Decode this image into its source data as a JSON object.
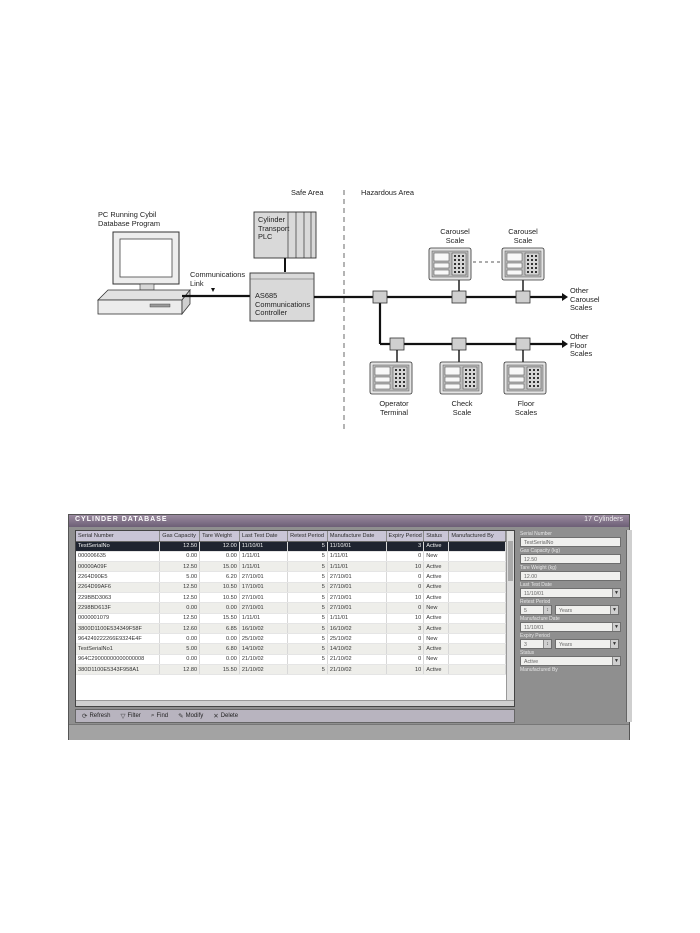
{
  "diagram": {
    "pc_label": [
      "PC Running Cybil",
      "Database Program"
    ],
    "link_label": [
      "Communications",
      "Link"
    ],
    "safe_area": "Safe Area",
    "hazardous_area": "Hazardous Area",
    "plc_label": [
      "Cylinder",
      "Transport",
      "PLC"
    ],
    "controller_label": [
      "AS685",
      "Communications",
      "Controller"
    ],
    "carousel_scale_1": [
      "Carousel",
      "Scale"
    ],
    "carousel_scale_2": [
      "Carousel",
      "Scale"
    ],
    "other_carousel": [
      "Other",
      "Carousel",
      "Scales"
    ],
    "other_floor": [
      "Other",
      "Floor",
      "Scales"
    ],
    "operator_terminal": [
      "Operator",
      "Terminal"
    ],
    "check_scale": [
      "Check",
      "Scale"
    ],
    "floor_scales": [
      "Floor",
      "Scales"
    ]
  },
  "database": {
    "title": "CYLINDER DATABASE",
    "count": "17 Cylinders",
    "columns": [
      "Serial Number",
      "Gas Capacity",
      "Tare Weight",
      "Last Test Date",
      "Retest Period",
      "Manufacture Date",
      "Expiry Period",
      "Status",
      "Manufactured By"
    ],
    "rows": [
      [
        "TestSerialNo",
        "12.50",
        "12.00",
        "11/10/01",
        "5",
        "11/10/01",
        "3",
        "Active",
        ""
      ],
      [
        "000006635",
        "0.00",
        "0.00",
        "1/11/01",
        "5",
        "1/11/01",
        "0",
        "New",
        ""
      ],
      [
        "00000A09F",
        "12.50",
        "15.00",
        "1/11/01",
        "5",
        "1/11/01",
        "10",
        "Active",
        ""
      ],
      [
        "2264D90E5",
        "5.00",
        "6.20",
        "27/10/01",
        "5",
        "27/10/01",
        "0",
        "Active",
        ""
      ],
      [
        "2264D99AF6",
        "12.50",
        "10.50",
        "17/10/01",
        "5",
        "27/10/01",
        "0",
        "Active",
        ""
      ],
      [
        "229BBD3063",
        "12.50",
        "10.50",
        "27/10/01",
        "5",
        "27/10/01",
        "10",
        "Active",
        ""
      ],
      [
        "2298BD613F",
        "0.00",
        "0.00",
        "27/10/01",
        "5",
        "27/10/01",
        "0",
        "New",
        ""
      ],
      [
        "0000001079",
        "12.50",
        "15.50",
        "1/11/01",
        "5",
        "1/11/01",
        "10",
        "Active",
        ""
      ],
      [
        "3800D1100E534349F58F",
        "12.60",
        "6.85",
        "16/10/02",
        "5",
        "16/10/02",
        "3",
        "Active",
        ""
      ],
      [
        "964249222266E9324E4F",
        "0.00",
        "0.00",
        "25/10/02",
        "5",
        "25/10/02",
        "0",
        "New",
        ""
      ],
      [
        "TestSerialNo1",
        "5.00",
        "6.80",
        "14/10/02",
        "5",
        "14/10/02",
        "3",
        "Active",
        ""
      ],
      [
        "964C29000000000000008",
        "0.00",
        "0.00",
        "21/10/02",
        "5",
        "21/10/02",
        "0",
        "New",
        ""
      ],
      [
        "380D1100E5343F958A1",
        "12.80",
        "15.50",
        "21/10/02",
        "5",
        "21/10/02",
        "10",
        "Active",
        ""
      ]
    ],
    "toolbar": {
      "refresh": "Refresh",
      "filter": "Filter",
      "find": "Find",
      "modify": "Modify",
      "delete": "Delete"
    },
    "detail": {
      "serial_label": "Serial Number",
      "serial_value": "TestSerialNo",
      "gas_label": "Gas Capacity (kg)",
      "gas_value": "12.50",
      "tare_label": "Tare Weight (kg)",
      "tare_value": "12.00",
      "test_label": "Last Test Date",
      "test_value": "11/10/01",
      "retest_label": "Retest Period",
      "retest_value": "5",
      "retest_unit": "Years",
      "manuf_label": "Manufacture Date",
      "manuf_value": "11/10/01",
      "expiry_label": "Expiry Period",
      "expiry_value": "3",
      "expiry_unit": "Years",
      "status_label": "Status",
      "status_value": "Active",
      "manufby_label": "Manufactured By"
    }
  }
}
